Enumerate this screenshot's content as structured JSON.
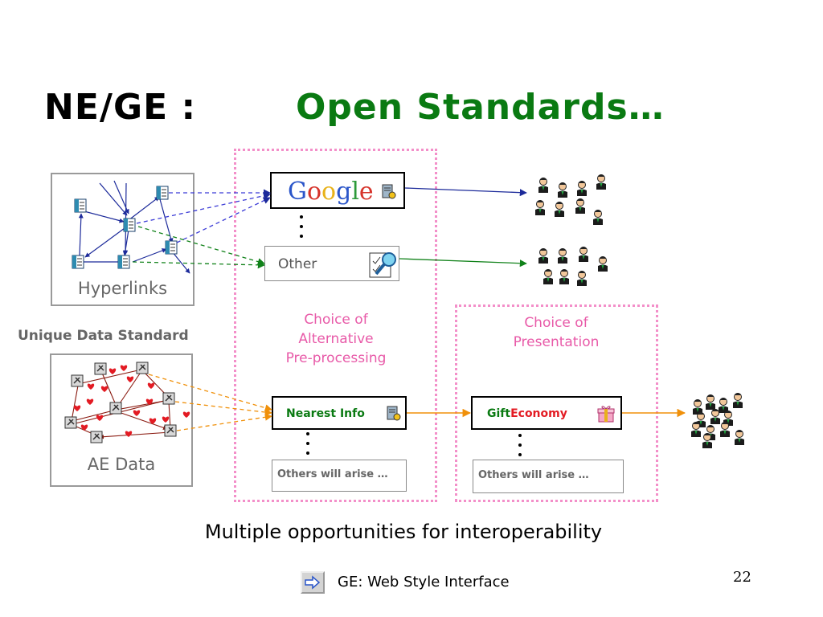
{
  "title": {
    "left": "NE/GE :",
    "right": "Open Standards…"
  },
  "hyperlinks_box": {
    "label": "Hyperlinks"
  },
  "unique_data_standard": "Unique Data Standard",
  "ae_data_box": {
    "label": "AE Data"
  },
  "services": {
    "google": "Google",
    "other": "Other",
    "nearest_info": "Nearest Info",
    "others_will_arise_1": "Others will arise …",
    "gift": "Gift",
    "economy": "Economy",
    "others_will_arise_2": "Others will arise …"
  },
  "pink_labels": {
    "preprocessing": [
      "Choice of",
      "Alternative",
      "Pre-processing"
    ],
    "presentation": [
      "Choice of",
      "Presentation"
    ]
  },
  "caption": "Multiple opportunities for interoperability",
  "footer": {
    "link_text": "GE:  Web Style Interface",
    "page_number": "22"
  },
  "colors": {
    "title_green": "#0a7a12",
    "pink": "#e85aa8",
    "blue_arrow": "#1c2a9a",
    "green_arrow": "#11821a",
    "orange_arrow": "#f0900a",
    "red_heart": "#e31b23"
  }
}
